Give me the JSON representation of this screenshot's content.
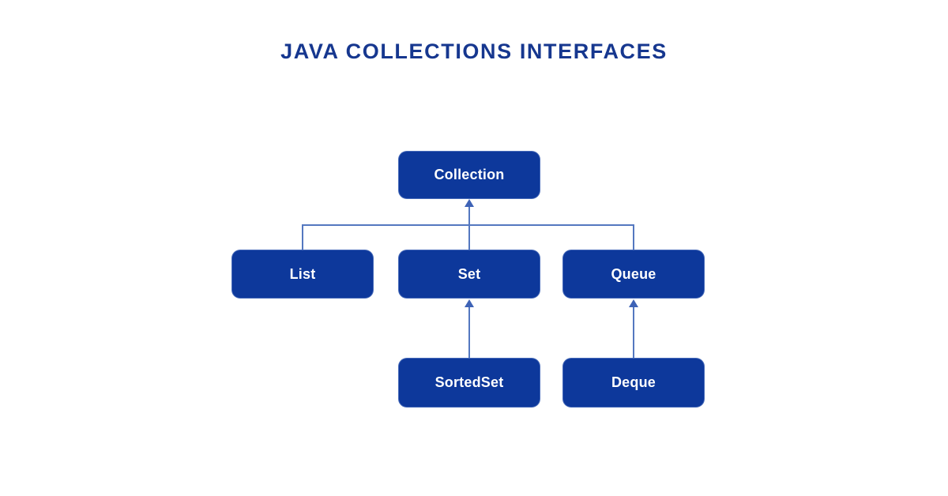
{
  "title": "JAVA COLLECTIONS INTERFACES",
  "colors": {
    "background": "#ffffff",
    "title_text": "#16378f",
    "node_fill": "#0d389b",
    "node_text": "#ffffff",
    "connector_line": "#5478c0",
    "arrowhead": "#3e63b6"
  },
  "diagram": {
    "type": "hierarchy",
    "nodes": [
      {
        "id": "collection",
        "label": "Collection"
      },
      {
        "id": "list",
        "label": "List"
      },
      {
        "id": "set",
        "label": "Set"
      },
      {
        "id": "queue",
        "label": "Queue"
      },
      {
        "id": "sortedset",
        "label": "SortedSet"
      },
      {
        "id": "deque",
        "label": "Deque"
      }
    ],
    "edges": [
      {
        "from": "list",
        "to": "collection",
        "style": "arrow-up"
      },
      {
        "from": "set",
        "to": "collection",
        "style": "arrow-up"
      },
      {
        "from": "queue",
        "to": "collection",
        "style": "arrow-up"
      },
      {
        "from": "sortedset",
        "to": "set",
        "style": "arrow-up"
      },
      {
        "from": "deque",
        "to": "queue",
        "style": "arrow-up"
      }
    ]
  }
}
